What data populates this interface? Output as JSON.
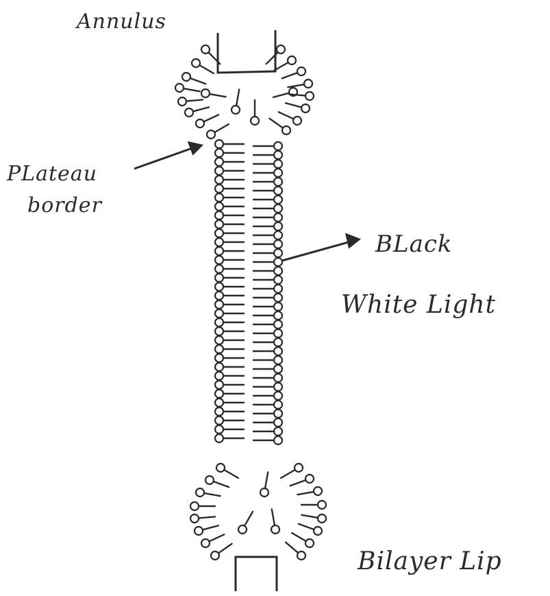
{
  "labels": {
    "annulus": "Annulus",
    "plateau_line1": "PLateau",
    "plateau_line2": "border",
    "black": "BLack",
    "white_light": "White Light",
    "bilayer_lip": "Bilayer Lip"
  },
  "colors": {
    "ink": "#2a2a2a",
    "paper": "#ffffff"
  }
}
